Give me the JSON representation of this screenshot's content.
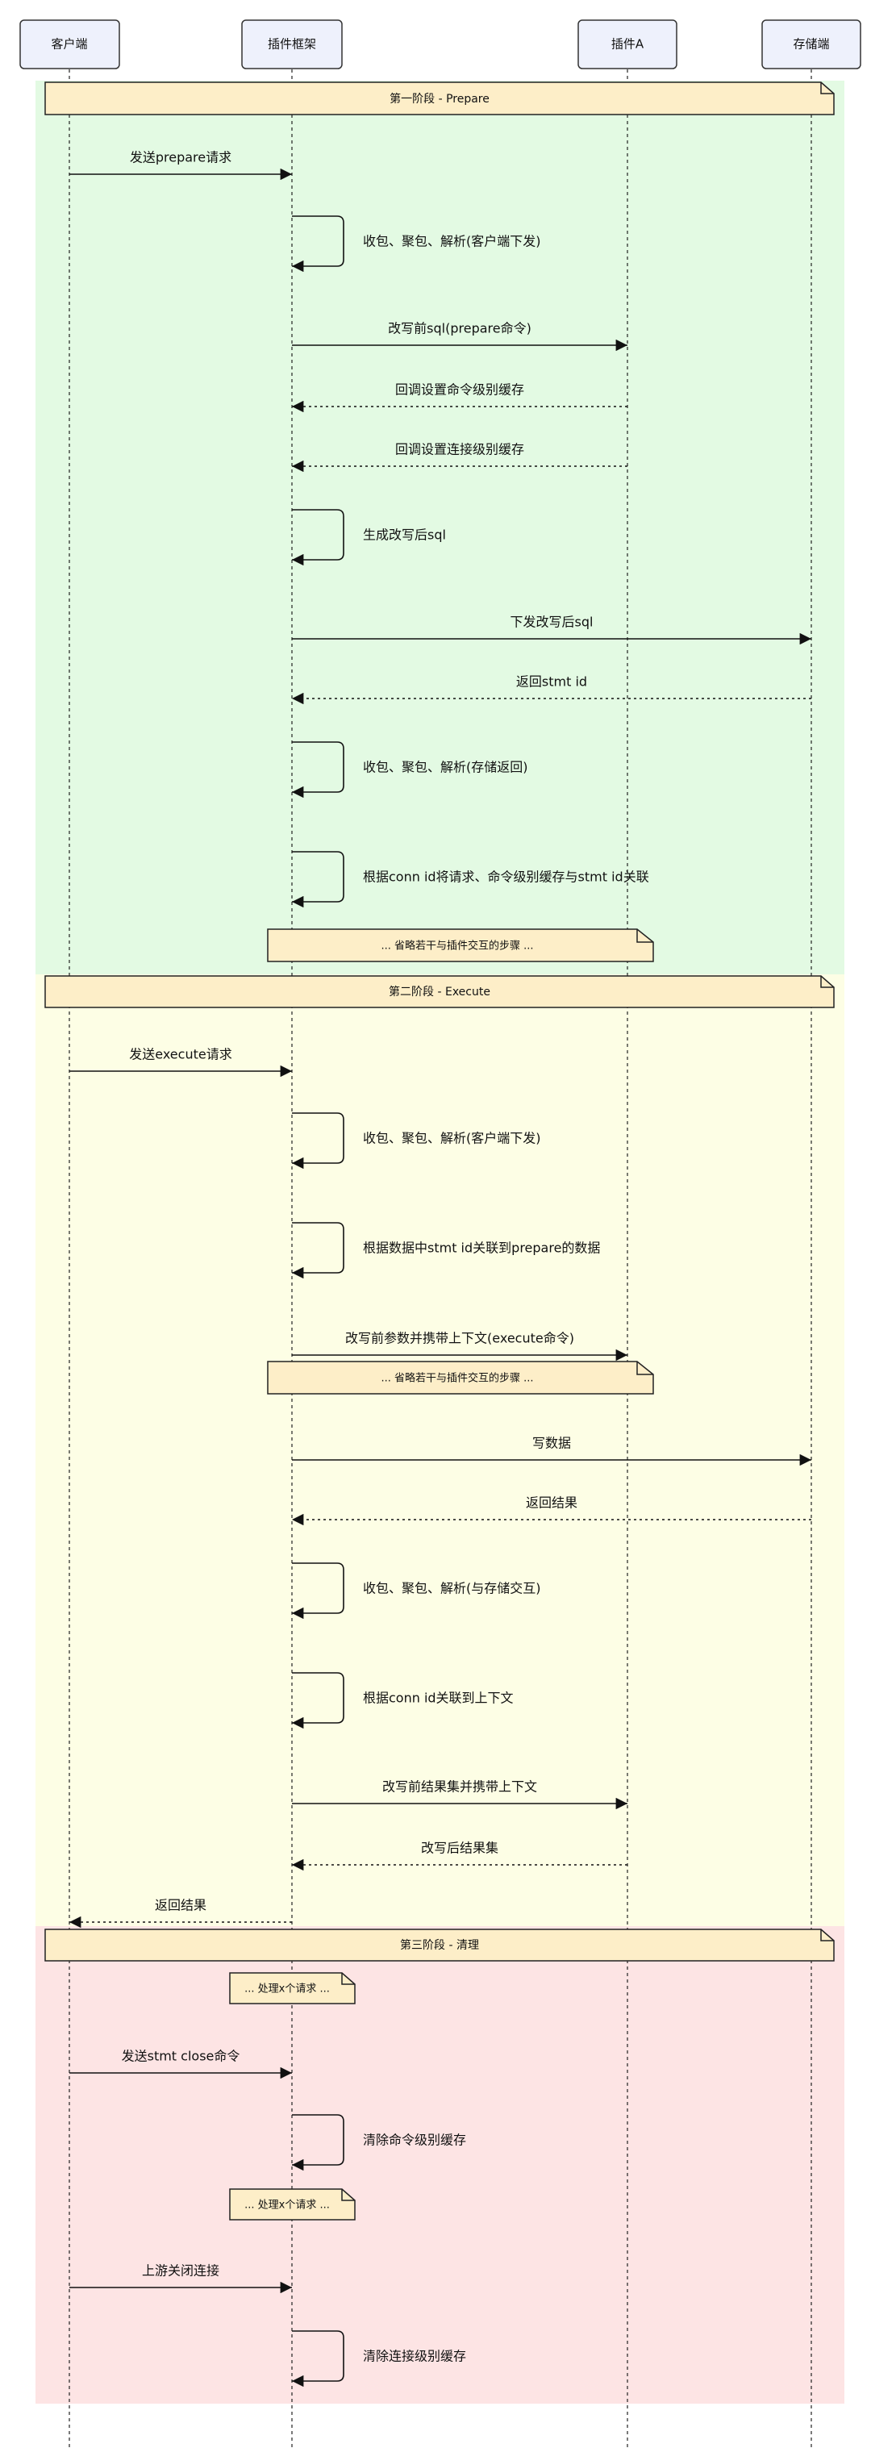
{
  "participants": [
    {
      "id": "client",
      "label": "客户端"
    },
    {
      "id": "framework",
      "label": "插件框架"
    },
    {
      "id": "pluginA",
      "label": "插件A"
    },
    {
      "id": "storage",
      "label": "存储端"
    }
  ],
  "phases": [
    {
      "id": "prepare",
      "label": "第一阶段 - Prepare",
      "color": "#e3fae3"
    },
    {
      "id": "execute",
      "label": "第二阶段 - Execute",
      "color": "#fdfee5"
    },
    {
      "id": "cleanup",
      "label": "第三阶段 - 清理",
      "color": "#fde4e4"
    }
  ],
  "messages": [
    {
      "id": "m1",
      "label": "发送prepare请求",
      "from": "client",
      "to": "framework",
      "style": "solid"
    },
    {
      "id": "m2",
      "label": "收包、聚包、解析(客户端下发)",
      "from": "framework",
      "to": "framework",
      "style": "self"
    },
    {
      "id": "m3",
      "label": "改写前sql(prepare命令)",
      "from": "framework",
      "to": "pluginA",
      "style": "solid"
    },
    {
      "id": "m4",
      "label": "回调设置命令级别缓存",
      "from": "pluginA",
      "to": "framework",
      "style": "dashed"
    },
    {
      "id": "m5",
      "label": "回调设置连接级别缓存",
      "from": "pluginA",
      "to": "framework",
      "style": "dashed"
    },
    {
      "id": "m6",
      "label": "生成改写后sql",
      "from": "framework",
      "to": "framework",
      "style": "self"
    },
    {
      "id": "m7",
      "label": "下发改写后sql",
      "from": "framework",
      "to": "storage",
      "style": "solid"
    },
    {
      "id": "m8",
      "label": "返回stmt id",
      "from": "storage",
      "to": "framework",
      "style": "dashed"
    },
    {
      "id": "m9",
      "label": "收包、聚包、解析(存储返回)",
      "from": "framework",
      "to": "framework",
      "style": "self"
    },
    {
      "id": "m10",
      "label": "根据conn id将请求、命令级别缓存与stmt id关联",
      "from": "framework",
      "to": "framework",
      "style": "self"
    },
    {
      "id": "m11",
      "label": "发送execute请求",
      "from": "client",
      "to": "framework",
      "style": "solid"
    },
    {
      "id": "m12",
      "label": "收包、聚包、解析(客户端下发)",
      "from": "framework",
      "to": "framework",
      "style": "self"
    },
    {
      "id": "m13",
      "label": "根据数据中stmt id关联到prepare的数据",
      "from": "framework",
      "to": "framework",
      "style": "self"
    },
    {
      "id": "m14",
      "label": "改写前参数并携带上下文(execute命令)",
      "from": "framework",
      "to": "pluginA",
      "style": "solid"
    },
    {
      "id": "m15",
      "label": "写数据",
      "from": "framework",
      "to": "storage",
      "style": "solid"
    },
    {
      "id": "m16",
      "label": "返回结果",
      "from": "storage",
      "to": "framework",
      "style": "dashed"
    },
    {
      "id": "m17",
      "label": "收包、聚包、解析(与存储交互)",
      "from": "framework",
      "to": "framework",
      "style": "self"
    },
    {
      "id": "m18",
      "label": "根据conn id关联到上下文",
      "from": "framework",
      "to": "framework",
      "style": "self"
    },
    {
      "id": "m19",
      "label": "改写前结果集并携带上下文",
      "from": "framework",
      "to": "pluginA",
      "style": "solid"
    },
    {
      "id": "m20",
      "label": "改写后结果集",
      "from": "pluginA",
      "to": "framework",
      "style": "dashed"
    },
    {
      "id": "m21",
      "label": "返回结果",
      "from": "framework",
      "to": "client",
      "style": "dashed"
    },
    {
      "id": "m22",
      "label": "发送stmt close命令",
      "from": "client",
      "to": "framework",
      "style": "solid"
    },
    {
      "id": "m23",
      "label": "清除命令级别缓存",
      "from": "framework",
      "to": "framework",
      "style": "self"
    },
    {
      "id": "m24",
      "label": "上游关闭连接",
      "from": "client",
      "to": "framework",
      "style": "solid"
    },
    {
      "id": "m25",
      "label": "清除连接级别缓存",
      "from": "framework",
      "to": "framework",
      "style": "self"
    }
  ],
  "notes": [
    {
      "id": "n1",
      "label": "... 省略若干与插件交互的步骤 ..."
    },
    {
      "id": "n2",
      "label": "... 省略若干与插件交互的步骤 ..."
    },
    {
      "id": "n3",
      "label": "... 处理x个请求 ..."
    },
    {
      "id": "n4",
      "label": "... 处理x个请求 ..."
    }
  ],
  "colors": {
    "line": "#111111",
    "participant_fill": "#eef1fc",
    "participant_stroke": "#333333",
    "note_fill": "#fdeec8",
    "note_stroke": "#222222"
  }
}
